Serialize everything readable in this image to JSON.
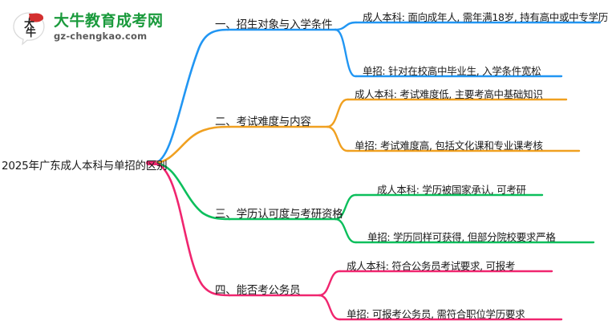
{
  "logo": {
    "name": "大牛教育成考网",
    "domain": "gz-chengkao.com",
    "mark_text": "大牛",
    "brand_green": "#1a9a3c",
    "brand_red": "#d32f2f"
  },
  "mindmap": {
    "type": "mindmap",
    "root": "2025年广东成人本科与单招的区别",
    "branches": [
      {
        "index": "一",
        "label": "一、招生对象与入学条件",
        "color": "#2196f3",
        "leaves": [
          "成人本科: 面向成年人, 需年满18岁, 持有高中或中专学历",
          "单招: 针对在校高中毕业生, 入学条件宽松"
        ]
      },
      {
        "index": "二",
        "label": "二、考试难度与内容",
        "color": "#f0a020",
        "leaves": [
          "成人本科: 考试难度低, 主要考高中基础知识",
          "单招: 考试难度高, 包括文化课和专业课考核"
        ]
      },
      {
        "index": "三",
        "label": "三、学历认可度与考研资格",
        "color": "#0cbf5c",
        "leaves": [
          "成人本科: 学历被国家承认, 可考研",
          "单招: 学历同样可获得, 但部分院校要求严格"
        ]
      },
      {
        "index": "四",
        "label": "四、能否考公务员",
        "color": "#f0256f",
        "leaves": [
          "成人本科: 符合公务员考试要求, 可报考",
          "单招: 可报考公务员, 需符合职位学历要求"
        ]
      }
    ]
  }
}
